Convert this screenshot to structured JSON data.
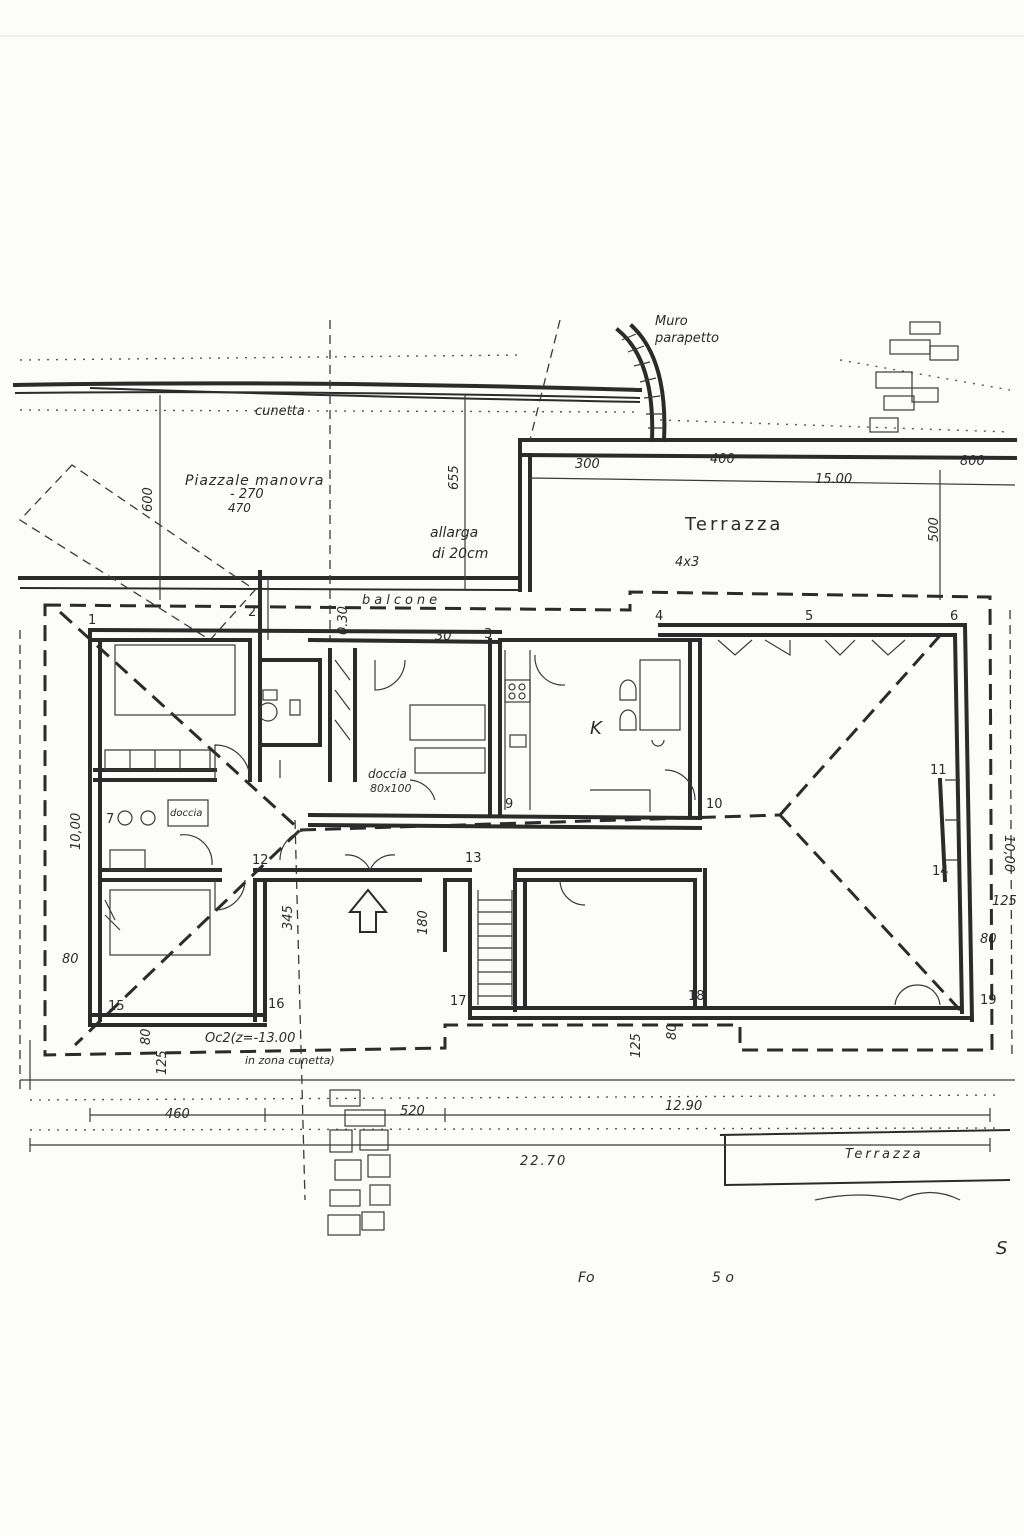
{
  "labels": {
    "muro_parapetto_1": "Muro",
    "muro_parapetto_2": "parapetto",
    "cunetta": "cunetta",
    "piazzale": "Piazzale manovra",
    "quota_piazzale_1": "- 270",
    "quota_piazzale_2": "470",
    "allargamento_1": "allarga",
    "allargamento_2": "di 20cm",
    "terrazza_top": "Terrazza",
    "terrazza_size": "4x3",
    "balcone": "balcone",
    "kitchen": "K",
    "doccia_1": "doccia",
    "doccia_2": "80x100",
    "doccia_left": "doccia",
    "cunetta_note_1": "Oc2(z=-13.00",
    "cunetta_note_2": "in zona cunetta)",
    "terrazza_bottom": "Terrazza",
    "letter_s": "S",
    "footer_1": "Fo",
    "footer_2": "5 o"
  },
  "points": [
    "1",
    "2",
    "3",
    "4",
    "5",
    "6",
    "7",
    "9",
    "10",
    "11",
    "12",
    "13",
    "14",
    "15",
    "16",
    "17",
    "18",
    "19"
  ],
  "dimensions": {
    "d600": "600",
    "d655": "655",
    "d300": "300",
    "d400": "400",
    "d1500": "15.00",
    "d800": "800",
    "d500": "500",
    "d030": "0.30",
    "d30": "30",
    "d1000_left": "10,00",
    "d1000_right": "10,00",
    "d80_left": "80",
    "d345": "345",
    "d180": "180",
    "d125_right": "125",
    "d80_right": "80",
    "d80_bl": "80",
    "d125_bl": "125",
    "d125_bm": "125",
    "d80_bm": "80",
    "d460": "460",
    "d520": "520",
    "d1290": "12.90",
    "d2270": "22.70"
  }
}
